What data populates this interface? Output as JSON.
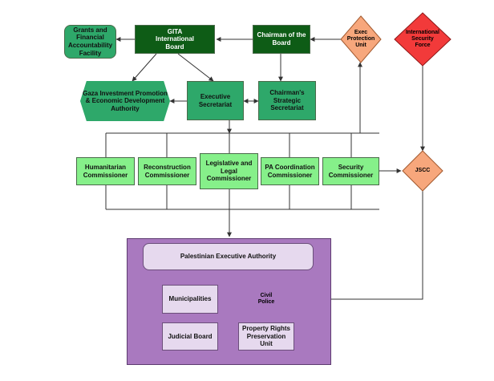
{
  "nodes": {
    "grants": "Grants and\nFinancial\nAccountability\nFacility",
    "gita": "GITA\nInternational\nBoard",
    "chairman": "Chairman of the\nBoard",
    "exec_protection": "Exec\nProtection\nUnit",
    "isf": "International\nSecurity\nForce",
    "gaza_authority": "Gaza Investment Promotion\n& Economic Development\nAuthority",
    "exec_secretariat": "Executive\nSecretariat",
    "chairmans_secretariat": "Chairman's\nStrategic\nSecretariat",
    "humanitarian": "Humanitarian\nCommissioner",
    "reconstruction": "Reconstruction\nCommissioner",
    "legislative": "Legislative and\nLegal\nCommissioner",
    "pa_coordination": "PA Coordination\nCommissioner",
    "security": "Security\nCommissioner",
    "jscc": "JSCC",
    "pea": "Palestinian Executive Authority",
    "municipalities": "Municipalities",
    "civil_police": "Civil\nPolice",
    "judicial_board": "Judicial Board",
    "property_rights": "Property Rights\nPreservation\nUnit"
  },
  "colors": {
    "dark_green": "#0e5c16",
    "mid_green": "#2ea86a",
    "light_green": "#86f08a",
    "orange": "#f7a77c",
    "red": "#f23a3a",
    "purple": "#a979bf",
    "lavender": "#e6d9ee",
    "line": "#333333"
  }
}
